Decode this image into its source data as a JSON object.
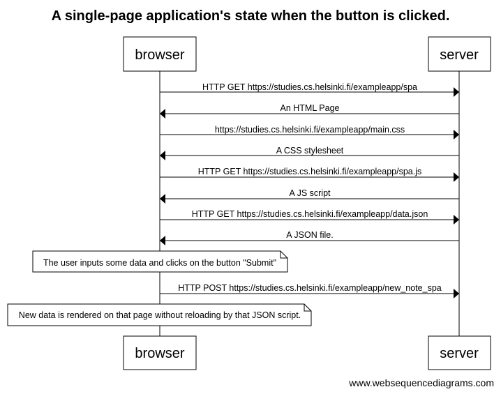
{
  "title": "A single-page application's state when the button is clicked.",
  "participants": {
    "browser": "browser",
    "server": "server"
  },
  "messages": [
    {
      "from": "browser",
      "to": "server",
      "label": "HTTP GET https://studies.cs.helsinki.fi/exampleapp/spa"
    },
    {
      "from": "server",
      "to": "browser",
      "label": "An HTML Page"
    },
    {
      "from": "browser",
      "to": "server",
      "label": "https://studies.cs.helsinki.fi/exampleapp/main.css"
    },
    {
      "from": "server",
      "to": "browser",
      "label": "A CSS stylesheet"
    },
    {
      "from": "browser",
      "to": "server",
      "label": "HTTP GET https://studies.cs.helsinki.fi/exampleapp/spa.js"
    },
    {
      "from": "server",
      "to": "browser",
      "label": "A JS script"
    },
    {
      "from": "browser",
      "to": "server",
      "label": "HTTP GET https://studies.cs.helsinki.fi/exampleapp/data.json"
    },
    {
      "from": "server",
      "to": "browser",
      "label": "A JSON file."
    },
    {
      "from": "browser",
      "to": "server",
      "label": "HTTP POST https://studies.cs.helsinki.fi/exampleapp/new_note_spa"
    }
  ],
  "notes": [
    {
      "over": "browser",
      "text": "The user inputs some data and clicks on the button \"Submit\""
    },
    {
      "over": "browser",
      "text": "New data is rendered on that page without reloading by that JSON script."
    }
  ],
  "footer": "www.websequencediagrams.com"
}
